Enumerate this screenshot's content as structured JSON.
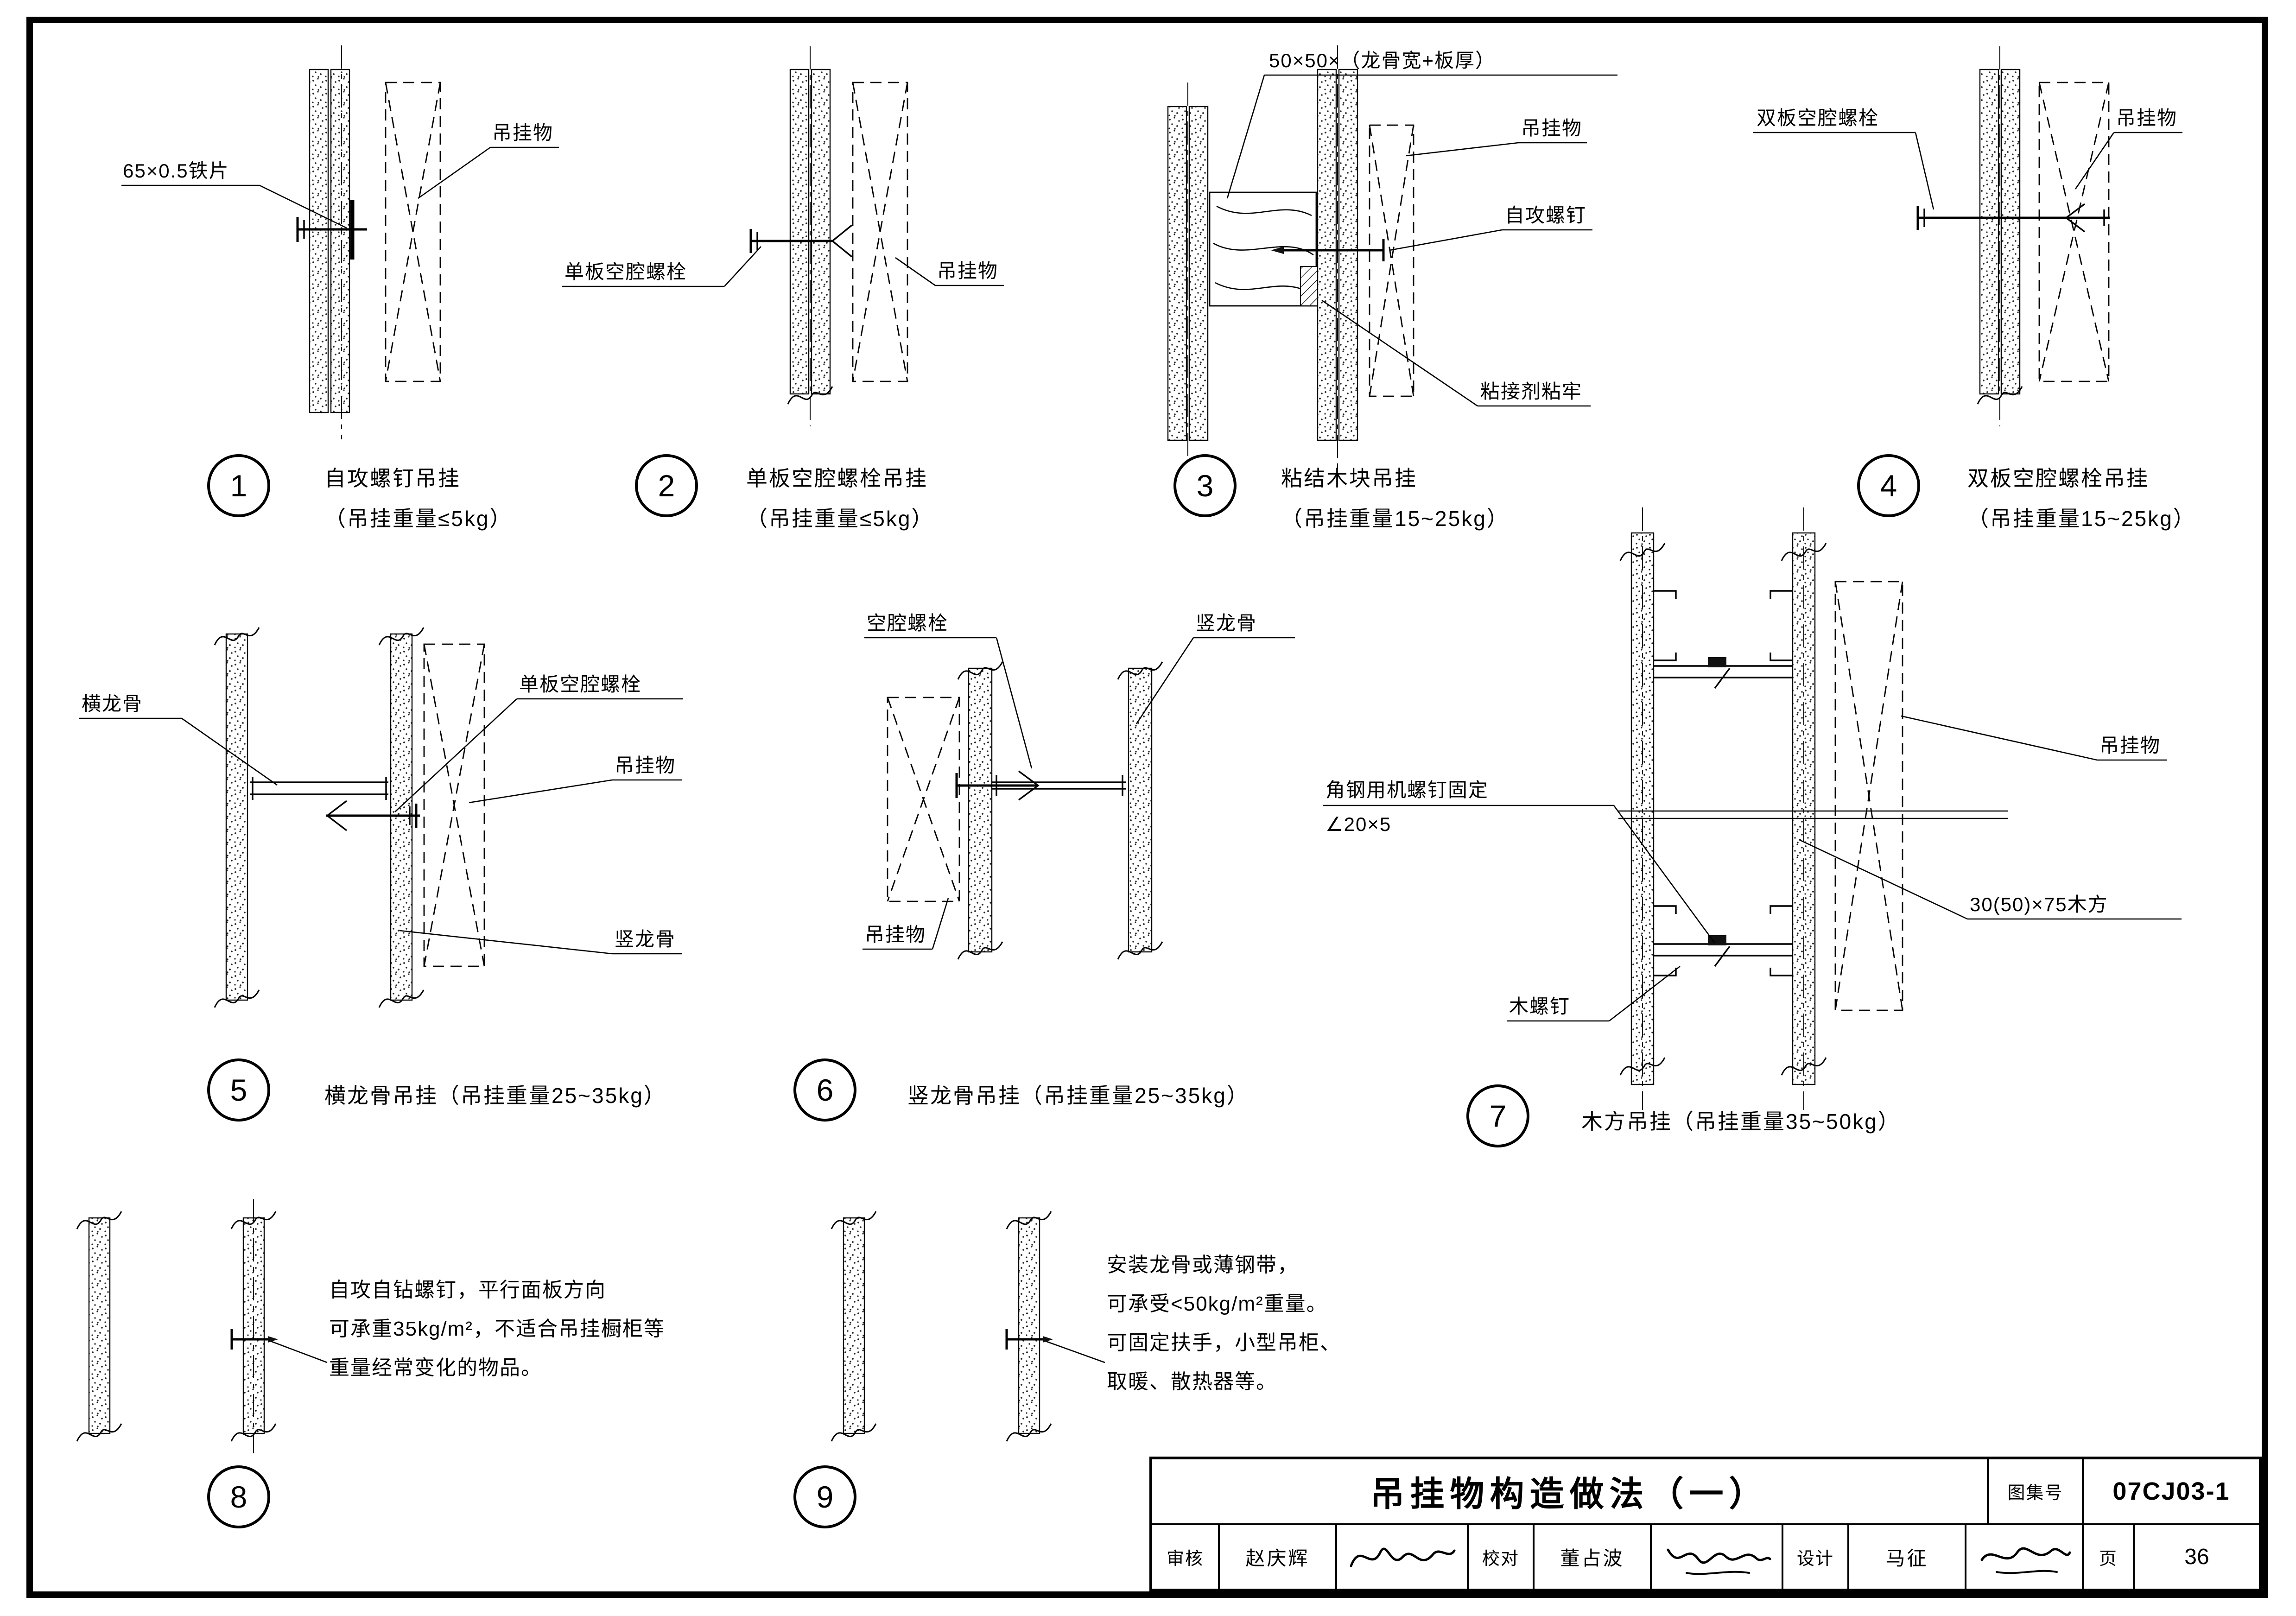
{
  "sheet": {
    "title": "吊挂物构造做法（一）",
    "atlas_label": "图集号",
    "atlas_no": "07CJ03-1",
    "page_label": "页",
    "page_no": "36",
    "reviewer_label": "审核",
    "reviewer_name": "赵庆辉",
    "checker_label": "校对",
    "checker_name": "董占波",
    "designer_label": "设计",
    "designer_name": "马征"
  },
  "details": [
    {
      "no": "1",
      "caption": [
        "自攻螺钉吊挂",
        "（吊挂重量≤5kg）"
      ],
      "labels": {
        "strip": "65×0.5铁片",
        "object": "吊挂物"
      }
    },
    {
      "no": "2",
      "caption": [
        "单板空腔螺栓吊挂",
        "（吊挂重量≤5kg）"
      ],
      "labels": {
        "bolt": "单板空腔螺栓",
        "object": "吊挂物"
      }
    },
    {
      "no": "3",
      "caption": [
        "粘结木块吊挂",
        "（吊挂重量15~25kg）"
      ],
      "labels": {
        "size": "50×50×（龙骨宽+板厚）",
        "object": "吊挂物",
        "screw": "自攻螺钉",
        "glue": "粘接剂粘牢"
      }
    },
    {
      "no": "4",
      "caption": [
        "双板空腔螺栓吊挂",
        "（吊挂重量15~25kg）"
      ],
      "labels": {
        "bolt": "双板空腔螺栓",
        "object": "吊挂物"
      }
    },
    {
      "no": "5",
      "caption": [
        "横龙骨吊挂（吊挂重量25~35kg）"
      ],
      "labels": {
        "hstud": "横龙骨",
        "bolt": "单板空腔螺栓",
        "object": "吊挂物",
        "vstud": "竖龙骨"
      }
    },
    {
      "no": "6",
      "caption": [
        "竖龙骨吊挂（吊挂重量25~35kg）"
      ],
      "labels": {
        "bolt": "空腔螺栓",
        "vstud": "竖龙骨",
        "object": "吊挂物"
      }
    },
    {
      "no": "7",
      "caption": [
        "木方吊挂（吊挂重量35~50kg）"
      ],
      "labels": {
        "angle1": "角钢用机螺钉固定",
        "angle2": "∠20×5",
        "object": "吊挂物",
        "wood": "30(50)×75木方",
        "screw": "木螺钉"
      }
    },
    {
      "no": "8",
      "text": [
        "自攻自钻螺钉，平行面板方向",
        "可承重35kg/m²，不适合吊挂橱柜等",
        "重量经常变化的物品。"
      ]
    },
    {
      "no": "9",
      "text": [
        "安装龙骨或薄钢带，",
        "可承受<50kg/m²重量。",
        "可固定扶手，小型吊柜、",
        "取暖、散热器等。"
      ]
    }
  ]
}
